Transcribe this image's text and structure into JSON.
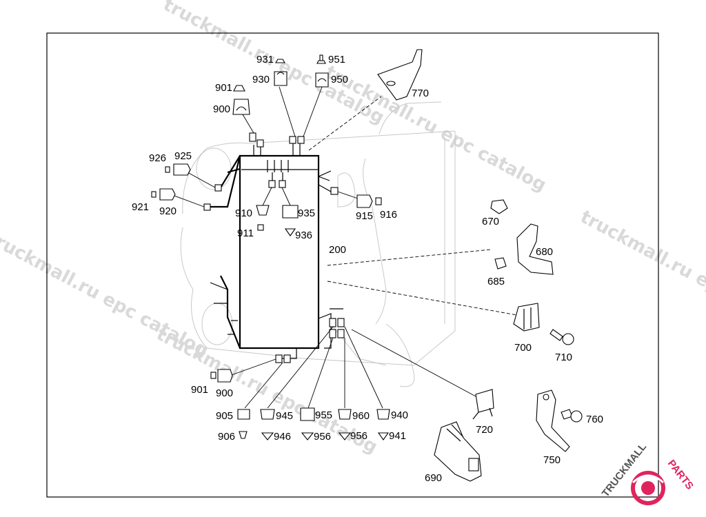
{
  "watermark": {
    "text_a": "truckmall.ru epc catalog",
    "text_b": "truckmall.ru epc catalog",
    "text_c": "truckmall.ru epc catalog",
    "text_d": "truckmall.ru epc catalog",
    "text_e": "truckmall.ru epc catalog"
  },
  "logo": {
    "text_main": "TRUCKMALL",
    "text_accent": "PARTS",
    "color_main": "#555555",
    "color_accent": "#e0245e"
  },
  "callouts": {
    "c931": "931",
    "c951": "951",
    "c930": "930",
    "c950": "950",
    "c901a": "901",
    "c900a": "900",
    "c770": "770",
    "c926": "926",
    "c925": "925",
    "c921": "921",
    "c920": "920",
    "c910": "910",
    "c935": "935",
    "c911": "911",
    "c936": "936",
    "c915": "915",
    "c916": "916",
    "c200": "200",
    "c670": "670",
    "c680": "680",
    "c685": "685",
    "c700": "700",
    "c710": "710",
    "c901b": "901",
    "c900b": "900",
    "c905": "905",
    "c945": "945",
    "c955": "955",
    "c960": "960",
    "c940": "940",
    "c906": "906",
    "c946": "946",
    "c956a": "956",
    "c956b": "956",
    "c941": "941",
    "c720": "720",
    "c760": "760",
    "c750": "750",
    "c690": "690"
  }
}
